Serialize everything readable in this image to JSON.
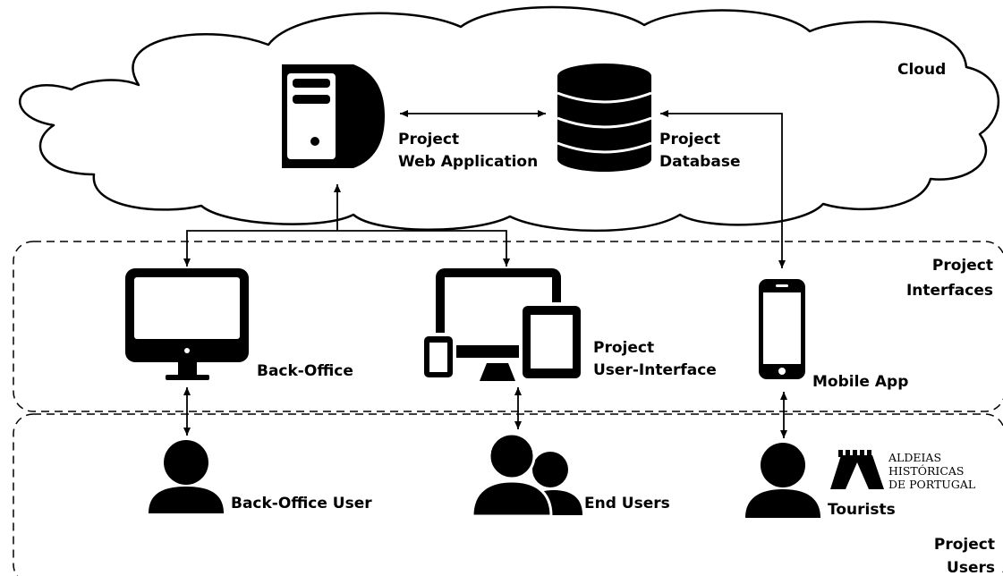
{
  "zones": {
    "cloud": "Cloud",
    "interfaces_1": "Project",
    "interfaces_2": "Interfaces",
    "users_1": "Project",
    "users_2": "Users"
  },
  "nodes": {
    "webapp_1": "Project",
    "webapp_2": "Web Application",
    "database_1": "Project",
    "database_2": "Database",
    "backoffice": "Back-Office",
    "ui_1": "Project",
    "ui_2": "User-Interface",
    "mobile": "Mobile App",
    "backoffice_user": "Back-Office User",
    "end_users": "End Users",
    "tourists": "Tourists"
  },
  "logo": {
    "line1": "ALDEIAS",
    "line2": "HISTÓRICAS",
    "line3": "DE PORTUGAL"
  }
}
